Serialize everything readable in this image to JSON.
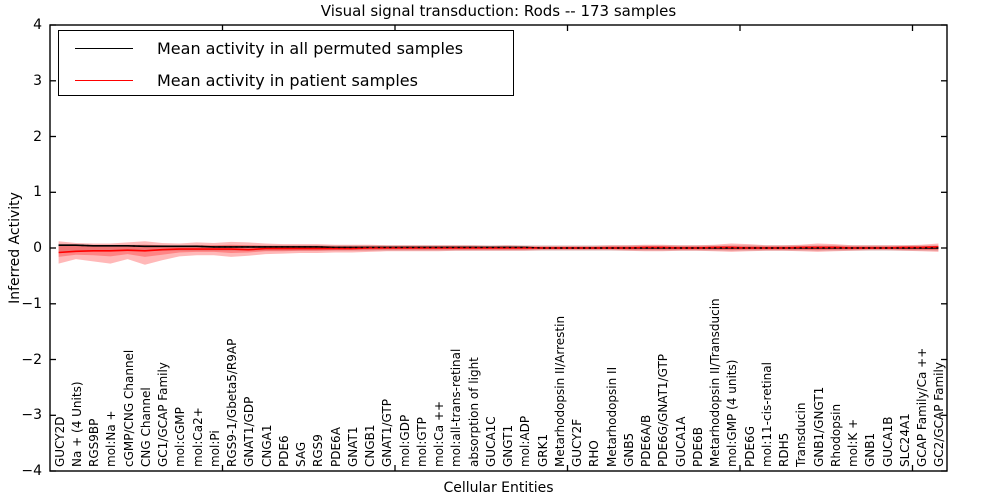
{
  "title": "Visual signal transduction: Rods -- 173 samples",
  "axes": {
    "xlabel": "Cellular Entities",
    "ylabel": "Inferred Activity",
    "ytick_labels": [
      "4",
      "3",
      "2",
      "1",
      "0",
      "−1",
      "−2",
      "−3",
      "−4"
    ]
  },
  "legend": [
    {
      "label": "Mean activity in all permuted samples",
      "color": "#000000"
    },
    {
      "label": "Mean activity in patient samples",
      "color": "#ff0000"
    }
  ],
  "colors": {
    "permuted_line": "#000000",
    "patient_line": "#ff0000",
    "patient_band": "rgba(255,0,0,0.28)",
    "permuted_band": "rgba(0,0,0,0.12)",
    "frame": "#000000"
  },
  "chart_data": {
    "type": "line",
    "title": "Visual signal transduction: Rods -- 173 samples",
    "xlabel": "Cellular Entities",
    "ylabel": "Inferred Activity",
    "ylim": [
      -4,
      4
    ],
    "yticks": [
      4,
      3,
      2,
      1,
      0,
      -1,
      -2,
      -3,
      -4
    ],
    "xaxis_units": 52,
    "xticks": [
      10,
      20,
      30,
      40,
      50
    ],
    "grid": false,
    "legend_position": "upper left",
    "categories": [
      "GUCY2D",
      "Na + (4 Units)",
      "RGS9BP",
      "mol:Na +",
      "cGMP/CNG Channel",
      "CNG Channel",
      "GC1/GCAP Family",
      "mol:cGMP",
      "mol:Ca2+",
      "mol:Pi",
      "RGS9-1/Gbeta5/R9AP",
      "GNAT1/GDP",
      "CNGA1",
      "PDE6",
      "SAG",
      "RGS9",
      "PDE6A",
      "GNAT1",
      "CNGB1",
      "GNAT1/GTP",
      "mol:GDP",
      "mol:GTP",
      "mol:Ca ++",
      "mol:all-trans-retinal",
      "absorption of light",
      "GUCA1C",
      "GNGT1",
      "mol:ADP",
      "GRK1",
      "Metarhodopsin II/Arrestin",
      "GUCY2F",
      "RHO",
      "Metarhodopsin II",
      "GNB5",
      "PDE6A/B",
      "PDE6G/GNAT1/GTP",
      "GUCA1A",
      "PDE6B",
      "Metarhodopsin II/Transducin",
      "mol:GMP (4 units)",
      "PDE6G",
      "mol:11-cis-retinal",
      "RDH5",
      "Transducin",
      "GNB1/GNGT1",
      "Rhodopsin",
      "mol:K +",
      "GNB1",
      "GUCA1B",
      "SLC24A1",
      "GCAP Family/Ca ++",
      "GC2/GCAP Family"
    ],
    "series": [
      {
        "name": "Mean activity in all permuted samples",
        "color": "#000000",
        "style": "solid",
        "values": [
          0.05,
          0.05,
          0.04,
          0.04,
          0.04,
          0.03,
          0.03,
          0.03,
          0.03,
          0.02,
          0.02,
          0.02,
          0.02,
          0.02,
          0.02,
          0.02,
          0.01,
          0.01,
          0.01,
          0.01,
          0.01,
          0.01,
          0.01,
          0.01,
          0.01,
          0.01,
          0.01,
          0.01,
          0.0,
          0.0,
          0.0,
          0.0,
          0.0,
          0.0,
          0.0,
          0.0,
          0.0,
          0.0,
          0.0,
          0.0,
          0.0,
          0.0,
          0.0,
          0.0,
          0.0,
          0.0,
          0.0,
          0.0,
          0.0,
          0.0,
          0.0,
          0.0
        ]
      },
      {
        "name": "Mean activity in patient samples",
        "color": "#ff0000",
        "style": "solid",
        "values": [
          -0.08,
          -0.06,
          -0.05,
          -0.05,
          -0.04,
          -0.05,
          -0.03,
          -0.02,
          -0.02,
          -0.02,
          -0.02,
          -0.03,
          -0.01,
          -0.01,
          -0.01,
          -0.01,
          -0.01,
          -0.01,
          0.0,
          0.0,
          0.0,
          0.0,
          0.0,
          0.0,
          0.0,
          0.0,
          0.0,
          0.0,
          0.0,
          0.0,
          0.0,
          0.0,
          0.0,
          0.0,
          0.01,
          0.01,
          0.0,
          0.0,
          0.01,
          0.01,
          0.0,
          0.0,
          0.0,
          0.01,
          0.01,
          0.01,
          0.0,
          0.0,
          0.0,
          0.01,
          0.01,
          0.02
        ]
      }
    ],
    "bands": [
      {
        "name": "permuted-std-band",
        "color": "rgba(0,0,0,0.12)",
        "upper": [
          0.08,
          0.07,
          0.06,
          0.06,
          0.06,
          0.06,
          0.05,
          0.05,
          0.05,
          0.05,
          0.05,
          0.05,
          0.05,
          0.05,
          0.05,
          0.05,
          0.05,
          0.05,
          0.05,
          0.05,
          0.05,
          0.05,
          0.05,
          0.05,
          0.05,
          0.05,
          0.05,
          0.05,
          0.05,
          0.05,
          0.05,
          0.05,
          0.05,
          0.05,
          0.05,
          0.05,
          0.05,
          0.05,
          0.05,
          0.05,
          0.05,
          0.05,
          0.05,
          0.05,
          0.05,
          0.05,
          0.05,
          0.05,
          0.05,
          0.05,
          0.05,
          0.05
        ],
        "lower": [
          -0.08,
          -0.07,
          -0.06,
          -0.06,
          -0.06,
          -0.06,
          -0.05,
          -0.05,
          -0.05,
          -0.05,
          -0.05,
          -0.05,
          -0.05,
          -0.05,
          -0.05,
          -0.05,
          -0.05,
          -0.05,
          -0.05,
          -0.05,
          -0.05,
          -0.05,
          -0.05,
          -0.05,
          -0.05,
          -0.05,
          -0.05,
          -0.05,
          -0.05,
          -0.05,
          -0.05,
          -0.05,
          -0.05,
          -0.05,
          -0.05,
          -0.05,
          -0.05,
          -0.05,
          -0.05,
          -0.05,
          -0.05,
          -0.05,
          -0.05,
          -0.05,
          -0.05,
          -0.05,
          -0.05,
          -0.05,
          -0.05,
          -0.05,
          -0.05,
          -0.05
        ]
      },
      {
        "name": "patient-std-outer-band",
        "color": "rgba(255,0,0,0.28)",
        "upper": [
          0.12,
          0.09,
          0.08,
          0.08,
          0.1,
          0.12,
          0.09,
          0.08,
          0.1,
          0.09,
          0.11,
          0.1,
          0.08,
          0.07,
          0.07,
          0.07,
          0.06,
          0.06,
          0.06,
          0.05,
          0.05,
          0.05,
          0.05,
          0.05,
          0.05,
          0.04,
          0.05,
          0.04,
          0.04,
          0.04,
          0.04,
          0.04,
          0.05,
          0.05,
          0.06,
          0.06,
          0.05,
          0.05,
          0.06,
          0.08,
          0.07,
          0.05,
          0.05,
          0.06,
          0.08,
          0.07,
          0.05,
          0.05,
          0.05,
          0.05,
          0.06,
          0.08
        ],
        "lower": [
          -0.28,
          -0.2,
          -0.24,
          -0.28,
          -0.2,
          -0.3,
          -0.22,
          -0.15,
          -0.13,
          -0.13,
          -0.16,
          -0.14,
          -0.11,
          -0.1,
          -0.09,
          -0.09,
          -0.08,
          -0.08,
          -0.07,
          -0.06,
          -0.06,
          -0.06,
          -0.06,
          -0.05,
          -0.05,
          -0.05,
          -0.05,
          -0.05,
          -0.04,
          -0.04,
          -0.04,
          -0.04,
          -0.04,
          -0.05,
          -0.06,
          -0.06,
          -0.05,
          -0.05,
          -0.06,
          -0.07,
          -0.06,
          -0.05,
          -0.05,
          -0.06,
          -0.07,
          -0.06,
          -0.05,
          -0.04,
          -0.04,
          -0.05,
          -0.06,
          -0.07
        ]
      },
      {
        "name": "patient-std-inner-band",
        "color": "rgba(255,0,0,0.28)",
        "upper": [
          0.06,
          0.05,
          0.04,
          0.04,
          0.05,
          0.06,
          0.05,
          0.04,
          0.05,
          0.05,
          0.06,
          0.05,
          0.04,
          0.04,
          0.04,
          0.04,
          0.03,
          0.03,
          0.03,
          0.03,
          0.03,
          0.03,
          0.03,
          0.03,
          0.03,
          0.02,
          0.03,
          0.02,
          0.02,
          0.02,
          0.02,
          0.02,
          0.03,
          0.03,
          0.03,
          0.03,
          0.03,
          0.03,
          0.03,
          0.04,
          0.04,
          0.03,
          0.03,
          0.03,
          0.04,
          0.04,
          0.03,
          0.03,
          0.03,
          0.03,
          0.03,
          0.04
        ],
        "lower": [
          -0.16,
          -0.12,
          -0.13,
          -0.15,
          -0.11,
          -0.16,
          -0.12,
          -0.08,
          -0.07,
          -0.07,
          -0.09,
          -0.08,
          -0.06,
          -0.06,
          -0.05,
          -0.05,
          -0.04,
          -0.04,
          -0.04,
          -0.03,
          -0.03,
          -0.03,
          -0.03,
          -0.03,
          -0.03,
          -0.03,
          -0.03,
          -0.03,
          -0.02,
          -0.02,
          -0.02,
          -0.02,
          -0.02,
          -0.03,
          -0.03,
          -0.03,
          -0.03,
          -0.03,
          -0.03,
          -0.04,
          -0.03,
          -0.03,
          -0.03,
          -0.03,
          -0.04,
          -0.03,
          -0.03,
          -0.02,
          -0.02,
          -0.03,
          -0.03,
          -0.04
        ]
      }
    ]
  }
}
